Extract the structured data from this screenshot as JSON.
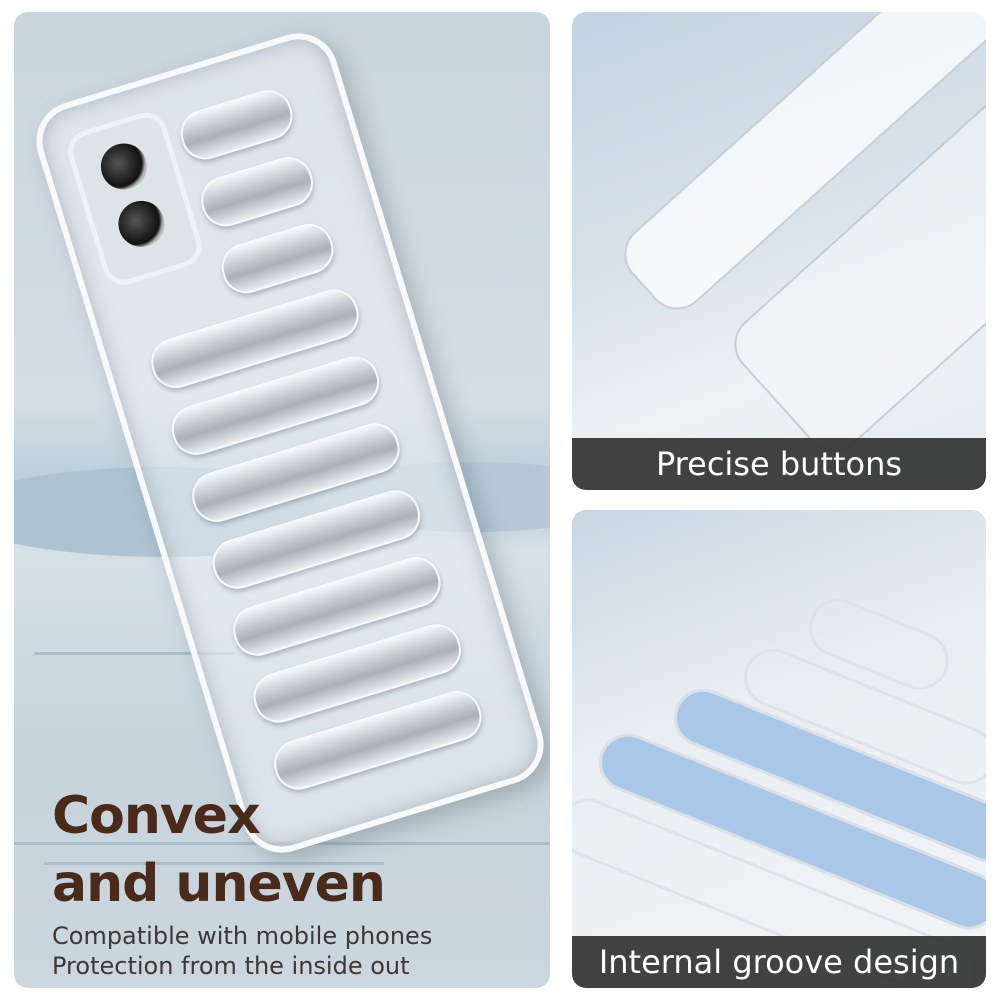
{
  "left_panel": {
    "headline_line1": "Convex",
    "headline_line2": "and uneven",
    "subtext_line1": "Compatible with mobile phones",
    "subtext_line2": "Protection from the inside out",
    "headline_color": "#4a2a1a"
  },
  "top_right_panel": {
    "caption": "Precise buttons"
  },
  "bottom_right_panel": {
    "caption": "Internal groove design"
  }
}
